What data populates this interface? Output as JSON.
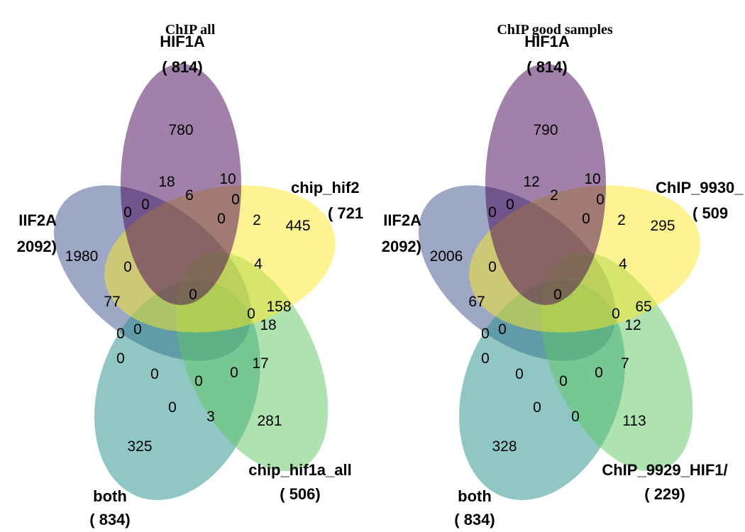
{
  "figure": "five-set venn diagrams",
  "panels": [
    {
      "id": "chip-all",
      "title": "ChIP all",
      "sets": [
        {
          "key": "hif1a",
          "name": "HIF1A",
          "count": "( 814)",
          "color": "#440154"
        },
        {
          "key": "chip",
          "name": "chip_hif2",
          "count": "( 721",
          "color": "#FDE725"
        },
        {
          "key": "chip1a",
          "name": "chip_hif1a_all",
          "count": "( 506)",
          "color": "#5DC863"
        },
        {
          "key": "both",
          "name": "both",
          "count": "( 834)",
          "color": "#21908C"
        },
        {
          "key": "hif2a",
          "name": "IIF2A",
          "count": "2092)",
          "color": "#3B528B"
        }
      ],
      "regions": [
        "780",
        "18",
        "10",
        "6",
        "0",
        "0",
        "0",
        "0",
        "2",
        "445",
        "1980",
        "0",
        "4",
        "0",
        "77",
        "158",
        "0",
        "0",
        "18",
        "0",
        "0",
        "17",
        "0",
        "0",
        "0",
        "0",
        "3",
        "281",
        "325"
      ]
    },
    {
      "id": "chip-good",
      "title": "ChIP good samples",
      "sets": [
        {
          "key": "hif1a",
          "name": "HIF1A",
          "count": "( 814)",
          "color": "#440154"
        },
        {
          "key": "chip",
          "name": "ChIP_9930_",
          "count": "( 509",
          "color": "#FDE725"
        },
        {
          "key": "chip1a",
          "name": "ChIP_9929_HIF1/",
          "count": "( 229)",
          "color": "#5DC863"
        },
        {
          "key": "both",
          "name": "both",
          "count": "( 834)",
          "color": "#21908C"
        },
        {
          "key": "hif2a",
          "name": "IIF2A",
          "count": "2092)",
          "color": "#3B528B"
        }
      ],
      "regions": [
        "790",
        "12",
        "10",
        "2",
        "0",
        "0",
        "0",
        "0",
        "2",
        "295",
        "2006",
        "0",
        "4",
        "0",
        "67",
        "65",
        "0",
        "0",
        "12",
        "0",
        "0",
        "7",
        "0",
        "0",
        "0",
        "0",
        "0",
        "113",
        "328"
      ]
    }
  ]
}
